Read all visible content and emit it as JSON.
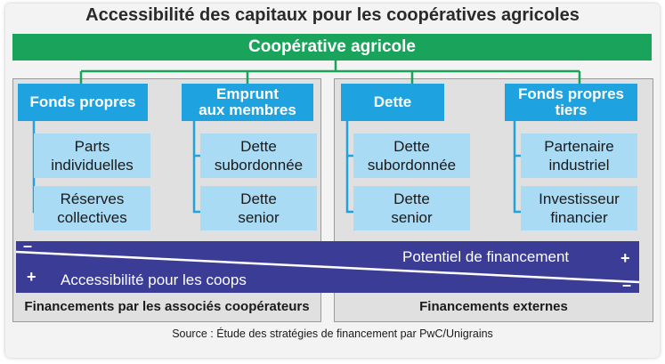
{
  "title": "Accessibilité des capitaux pour les coopératives agricoles",
  "top_node": "Coopérative agricole",
  "categories": [
    {
      "label": "Fonds propres",
      "items": [
        "Parts\nindividuelles",
        "Réserves\ncollectives"
      ]
    },
    {
      "label": "Emprunt\naux membres",
      "items": [
        "Dette\nsubordonnée",
        "Dette\nsenior"
      ]
    },
    {
      "label": "Dette",
      "items": [
        "Dette\nsubordonnée",
        "Dette\nsenior"
      ]
    },
    {
      "label": "Fonds propres\ntiers",
      "items": [
        "Partenaire\nindustriel",
        "Investisseur\nfinancier"
      ]
    }
  ],
  "band": {
    "potentiel_label": "Potentiel de financement",
    "accessibilite_label": "Accessibilité pour les coops",
    "minus": "–",
    "plus": "+"
  },
  "groups": {
    "left": "Financements par les associés coopérateurs",
    "right": "Financements externes"
  },
  "source": "Source : Étude des stratégies de financement par PwC/Unigrains",
  "colors": {
    "green": "#1aa35a",
    "blue": "#1fa3e0",
    "light_blue": "#a9dbf5",
    "indigo": "#3b3c96"
  }
}
